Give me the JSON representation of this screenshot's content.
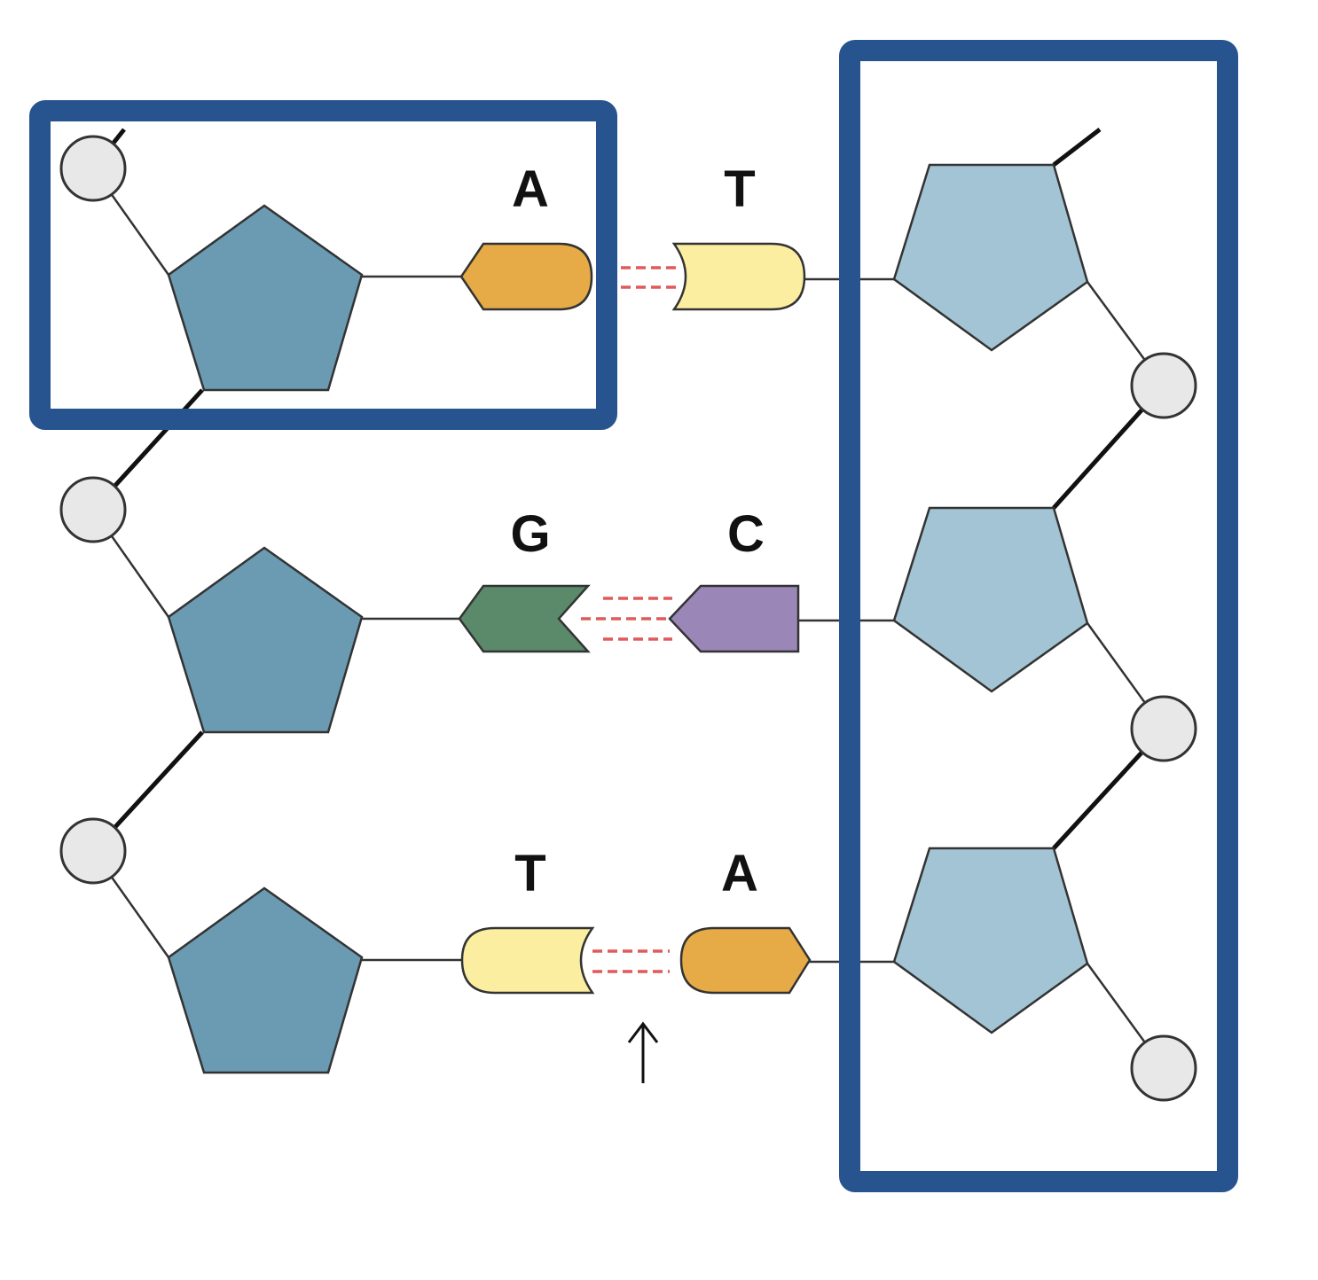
{
  "diagram": {
    "colors": {
      "left_sugar": "#6a9bb3",
      "right_sugar": "#a3c4d4",
      "phosphate": "#e8e8e8",
      "adenine": "#e6ab47",
      "thymine": "#fbeea0",
      "guanine": "#5a8a6a",
      "cytosine": "#9b86b8",
      "hydrogen_bond": "#e05a5a",
      "highlight_box": "#27548e"
    },
    "pairs": [
      {
        "left_base": "A",
        "right_base": "T",
        "left_kind": "adenine",
        "right_kind": "thymine",
        "bonds": 2
      },
      {
        "left_base": "G",
        "right_base": "C",
        "left_kind": "guanine",
        "right_kind": "cytosine",
        "bonds": 3
      },
      {
        "left_base": "T",
        "right_base": "A",
        "left_kind": "thymine",
        "right_kind": "adenine",
        "bonds": 2
      }
    ],
    "arrow_icon": "up-arrow-icon"
  }
}
